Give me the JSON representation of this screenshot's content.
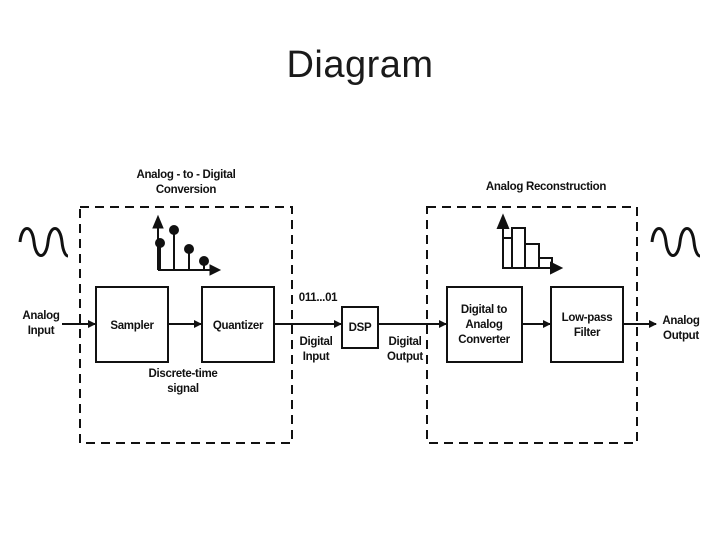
{
  "slide": {
    "title": "Diagram"
  },
  "diagram": {
    "adc_section": {
      "title_line1": "Analog - to - Digital",
      "title_line2": "Conversion"
    },
    "reconstruction_section": {
      "title": "Analog Reconstruction"
    },
    "input": {
      "line1": "Analog",
      "line2": "Input"
    },
    "output": {
      "line1": "Analog",
      "line2": "Output"
    },
    "sampler": {
      "label": "Sampler"
    },
    "quantizer": {
      "label": "Quantizer"
    },
    "discrete_time": {
      "line1": "Discrete-time",
      "line2": "signal"
    },
    "bitstream": {
      "label": "011...01"
    },
    "digital_input": {
      "line1": "Digital",
      "line2": "Input"
    },
    "dsp": {
      "label": "DSP"
    },
    "digital_output": {
      "line1": "Digital",
      "line2": "Output"
    },
    "dac": {
      "line1": "Digital to",
      "line2": "Analog",
      "line3": "Converter"
    },
    "lowpass": {
      "line1": "Low-pass",
      "line2": "Filter"
    }
  }
}
